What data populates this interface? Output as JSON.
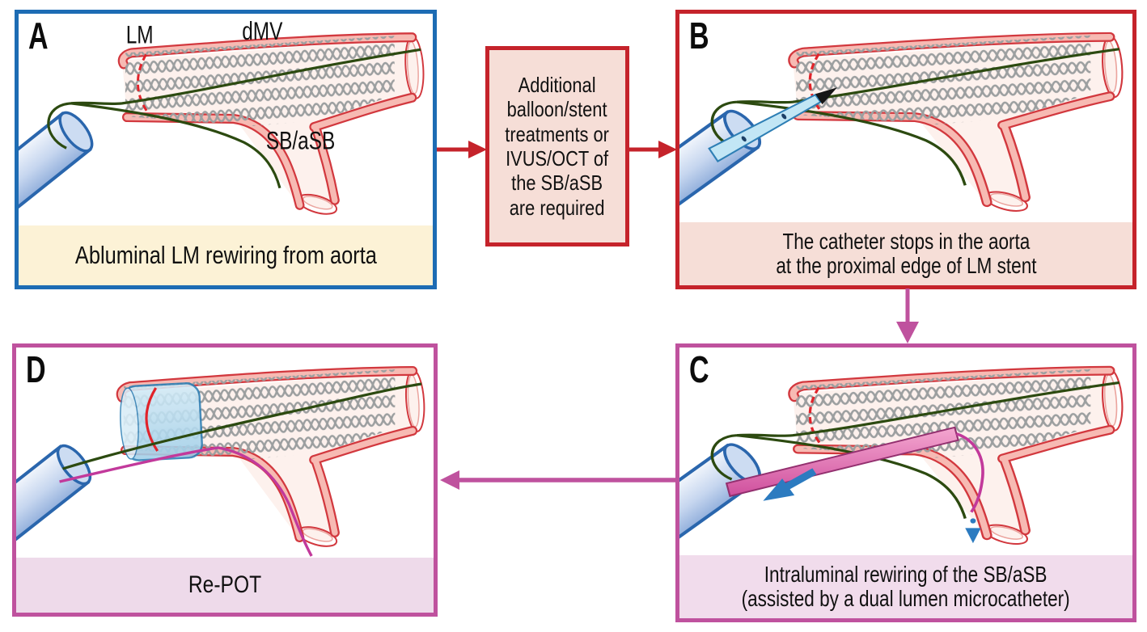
{
  "figure": {
    "panels": {
      "a": {
        "letter": "A",
        "labels": {
          "lm": "LM",
          "dmv": "dMV",
          "sb": "SB/aSB"
        },
        "caption_lines": [
          "Abluminal LM rewiring from aorta"
        ]
      },
      "b": {
        "letter": "B",
        "caption_lines": [
          "The catheter stops in the aorta",
          "at the proximal edge of LM stent"
        ]
      },
      "c": {
        "letter": "C",
        "caption_lines": [
          "Intraluminal rewiring of the SB/aSB",
          "(assisted by a dual lumen microcatheter)"
        ]
      },
      "d": {
        "letter": "D",
        "caption_lines": [
          "Re-POT"
        ]
      }
    },
    "decision_box": {
      "lines": [
        "Additional",
        "balloon/stent",
        "treatments or",
        "IVUS/OCT of",
        "the SB/aSB",
        "are required"
      ]
    },
    "colors": {
      "panel_a_border": "#1d6cb4",
      "panel_b_border": "#c5232b",
      "panel_c_border": "#bf529e",
      "panel_d_border": "#bf529e",
      "decision_border": "#c5232b",
      "decision_bg": "#f6ded7",
      "caption_a_bg": "#fcf2d6",
      "caption_b_bg": "#f6ded7",
      "caption_c_bg": "#f1dcec",
      "caption_d_bg": "#eedaea",
      "red_arrow": "#c5232b",
      "pink_arrow": "#bf529e",
      "vessel_wall": "#f7bab3",
      "vessel_outline": "#d2383e",
      "stent_gray": "#9c9fa0",
      "guidewire_green": "#2c4a10",
      "guidewire_magenta": "#c2399b",
      "catheter_blue": "#2a66ad",
      "microcatheter_blue": "#2e7fb5",
      "action_arrow_blue": "#2c7bc0"
    }
  }
}
